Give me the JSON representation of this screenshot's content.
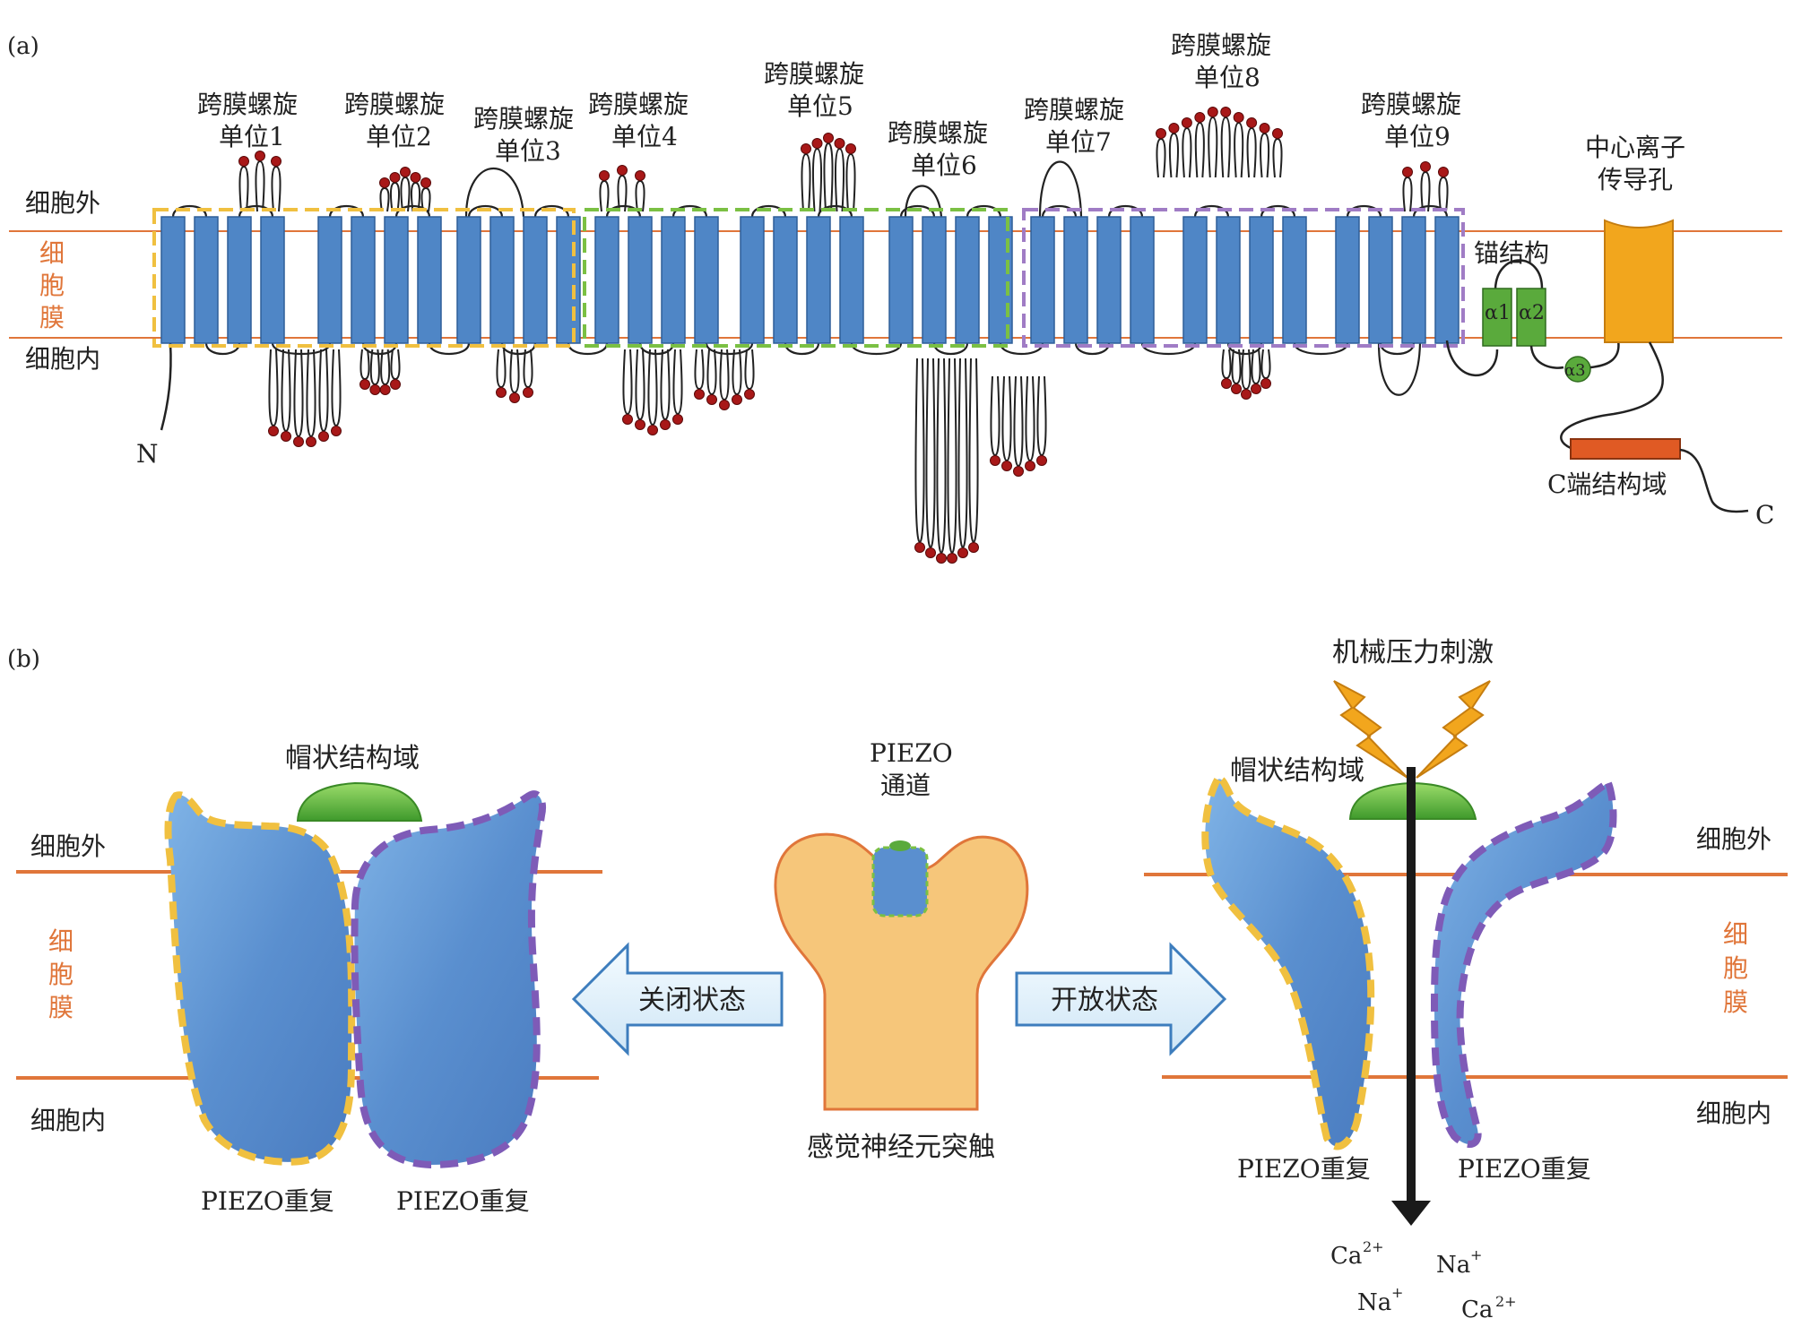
{
  "panel_a": {
    "panel_label": "(a)",
    "extracellular": "细胞外",
    "membrane": [
      "细",
      "胞",
      "膜"
    ],
    "intracellular": "细胞内",
    "n_term": "N",
    "c_term": "C",
    "units": [
      {
        "line1": "跨膜螺旋",
        "line2": "单位1"
      },
      {
        "line1": "跨膜螺旋",
        "line2": "单位2"
      },
      {
        "line1": "跨膜螺旋",
        "line2": "单位3"
      },
      {
        "line1": "跨膜螺旋",
        "line2": "单位4"
      },
      {
        "line1": "跨膜螺旋",
        "line2": "单位5"
      },
      {
        "line1": "跨膜螺旋",
        "line2": "单位6"
      },
      {
        "line1": "跨膜螺旋",
        "line2": "单位7"
      },
      {
        "line1": "跨膜螺旋",
        "line2": "单位8"
      },
      {
        "line1": "跨膜螺旋",
        "line2": "单位9"
      }
    ],
    "anchor": "锚结构",
    "alpha1": "α1",
    "alpha2": "α2",
    "alpha3": "α3",
    "pore_line1": "中心离子",
    "pore_line2": "传导孔",
    "c_domain": "C端结构域"
  },
  "panel_b": {
    "panel_label": "(b)",
    "cap_left": "帽状结构域",
    "cap_right": "帽状结构域",
    "extracellular": "细胞外",
    "membrane": [
      "细",
      "胞",
      "膜"
    ],
    "intracellular": "细胞内",
    "repeat": "PIEZO重复",
    "piezo_line1": "PIEZO",
    "piezo_line2": "通道",
    "synapse": "感觉神经元突触",
    "closed": "关闭状态",
    "open": "开放状态",
    "stimulus": "机械压力刺激",
    "ions": {
      "ca_left": "Ca",
      "ca_sup": "2+",
      "na_right": "Na",
      "na_sup": "+",
      "na_bottom": "Na",
      "ca_bottom": "Ca"
    }
  },
  "colors": {
    "helix": "#4f86c6",
    "membrane_line": "#e0763a",
    "unit_box_1": "#f0c040",
    "unit_box_2": "#7bc043",
    "unit_box_3": "#a07cc5",
    "anchor": "#5aaa3c",
    "pore": "#f2a61d",
    "c_domain": "#e05a24",
    "bead": "#a81818",
    "synapse_fill": "#f6c67a"
  }
}
